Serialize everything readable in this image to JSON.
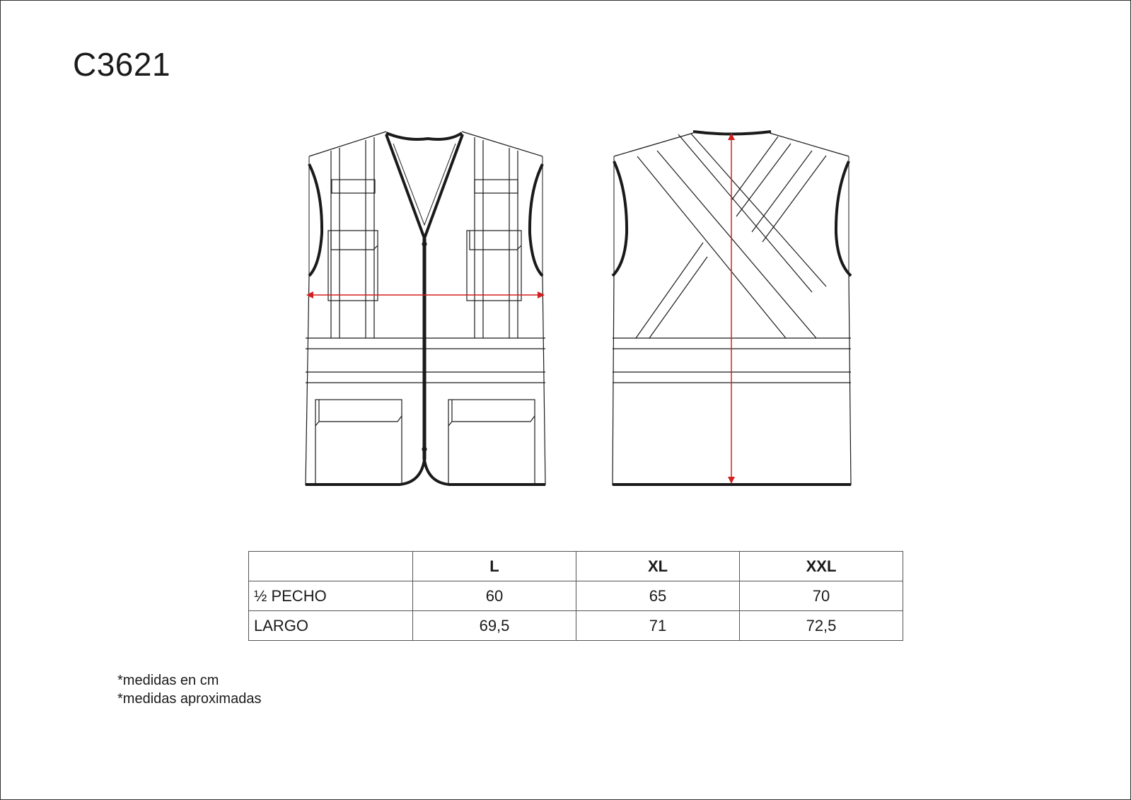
{
  "product_code": "C3621",
  "size_table": {
    "headers": [
      "",
      "L",
      "XL",
      "XXL"
    ],
    "rows": [
      {
        "label": "½  PECHO",
        "values": [
          "60",
          "65",
          "70"
        ]
      },
      {
        "label": "LARGO",
        "values": [
          "69,5",
          "71",
          "72,5"
        ]
      }
    ]
  },
  "notes": [
    "*medidas en cm",
    "*medidas aproximadas"
  ],
  "colors": {
    "outline": "#1a1a1a",
    "measure_arrow": "#d42020"
  }
}
